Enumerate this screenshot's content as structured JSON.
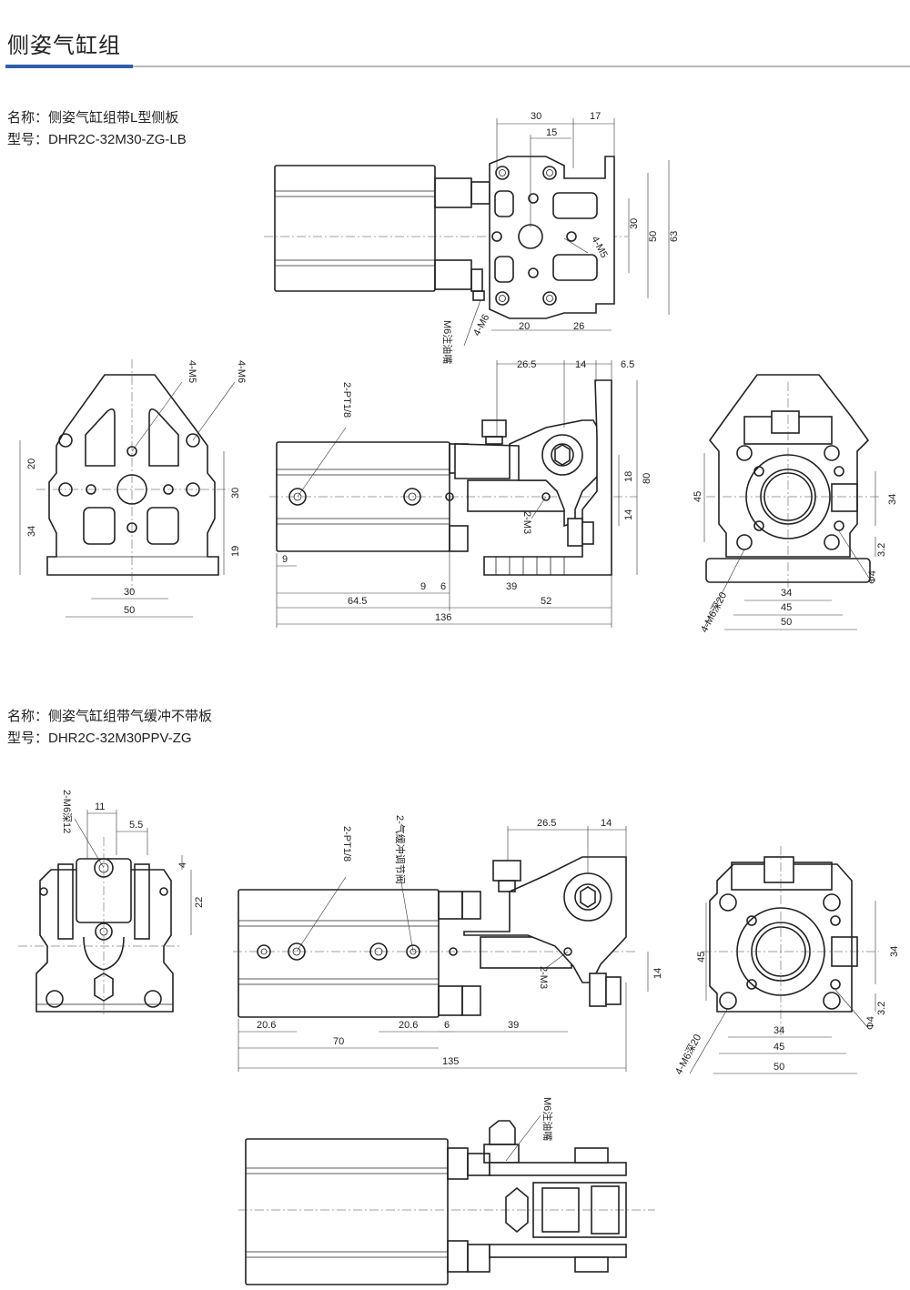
{
  "page": {
    "title": "侧姿气缸组",
    "accent_color": "#2f5fa8",
    "rule_color": "#b8b8b8"
  },
  "product1": {
    "name_line": "名称：侧姿气缸组带L型侧板",
    "model_line": "型号：DHR2C-32M30-ZG-LB",
    "top_view": {
      "dims": [
        "30",
        "17",
        "15",
        "30",
        "50",
        "63",
        "20",
        "26"
      ],
      "callouts": [
        "4-M5",
        "4-M6",
        "M6注油嘴"
      ]
    },
    "plate_view": {
      "dims": [
        "20",
        "34",
        "30",
        "19",
        "30",
        "50"
      ],
      "callouts": [
        "4-M5",
        "4-M6"
      ]
    },
    "side_view": {
      "dims": [
        "26.5",
        "14",
        "6.5",
        "18",
        "80",
        "14",
        "9",
        "9",
        "6",
        "39",
        "64.5",
        "52",
        "136"
      ],
      "callouts": [
        "2-PT1/8",
        "2-M3"
      ]
    },
    "end_view": {
      "dims": [
        "45",
        "34",
        "3.2",
        "34",
        "45",
        "50"
      ],
      "callouts": [
        "Φ4",
        "4-M6深20"
      ]
    }
  },
  "product2": {
    "name_line": "名称：侧姿气缸组带气缓冲不带板",
    "model_line": "型号：DHR2C-32M30PPV-ZG",
    "front_view": {
      "dims": [
        "11",
        "5.5",
        "4",
        "22"
      ],
      "callouts": [
        "2-M6深12"
      ]
    },
    "side_view": {
      "dims": [
        "26.5",
        "14",
        "14",
        "20.6",
        "20.6",
        "6",
        "39",
        "70",
        "135"
      ],
      "callouts": [
        "2-PT1/8",
        "2-气缓冲调节阀",
        "2-M3"
      ]
    },
    "end_view": {
      "dims": [
        "45",
        "34",
        "3.2",
        "34",
        "45",
        "50"
      ],
      "callouts": [
        "Φ4",
        "4-M6深20"
      ]
    },
    "top_view": {
      "callouts": [
        "M6注油嘴"
      ]
    }
  }
}
